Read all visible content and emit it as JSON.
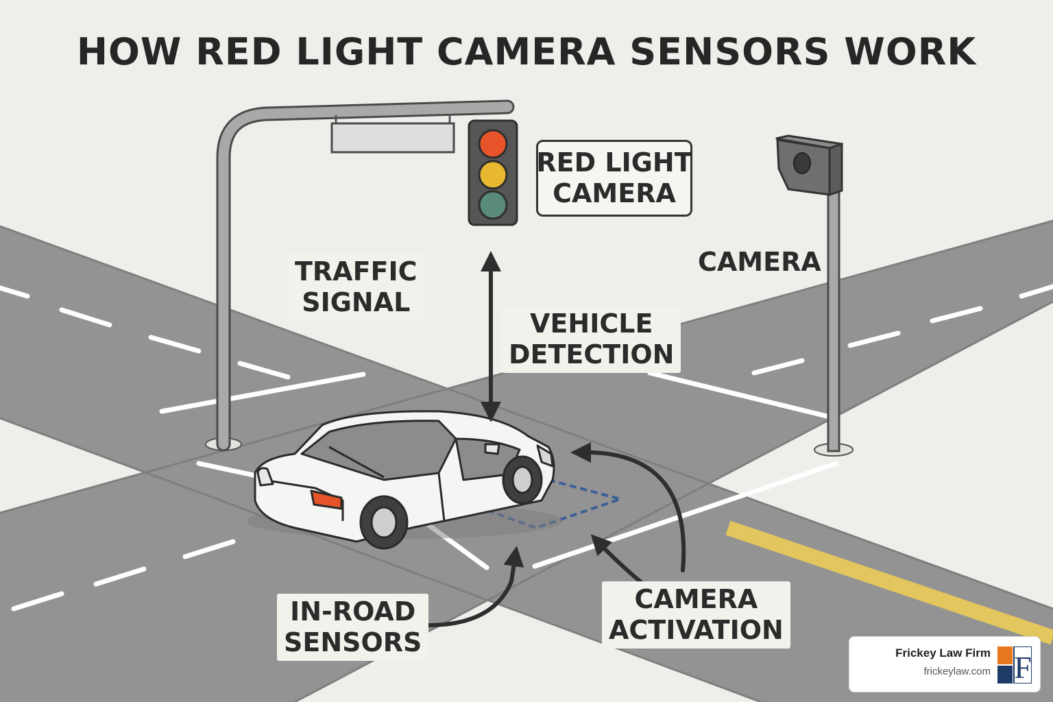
{
  "title": "HOW RED LIGHT CAMERA SENSORS WORK",
  "labels": {
    "traffic_signal": [
      "TRAFFIC",
      "SIGNAL"
    ],
    "camera": "CAMERA",
    "red_light_camera": [
      "RED LIGHT",
      "CAMERA"
    ],
    "vehicle_detection": [
      "VEHICLE",
      "DETECTION"
    ],
    "in_road_sensors": [
      "IN-ROAD",
      "SENSORS"
    ],
    "camera_activation": [
      "CAMERA",
      "ACTIVATION"
    ]
  },
  "branding": {
    "firm_name": "Frickey Law Firm",
    "url": "frickeylaw.com",
    "logo_letter": "F"
  },
  "colors": {
    "road": "#939393",
    "road_edge": "#7c7c7c",
    "background": "#efeeea",
    "lane_marking": "#ffffff",
    "center_line": "#e3c65e",
    "signal_red": "#e8542a",
    "signal_yellow": "#e8b830",
    "signal_green": "#5a8a7c",
    "sensor_loop": "#3c5f96",
    "brand_orange": "#e87722",
    "brand_navy": "#1e3a66"
  },
  "icons": [
    "traffic-light-icon",
    "camera-icon",
    "car-icon",
    "sensor-loop-icon",
    "logo-icon"
  ]
}
